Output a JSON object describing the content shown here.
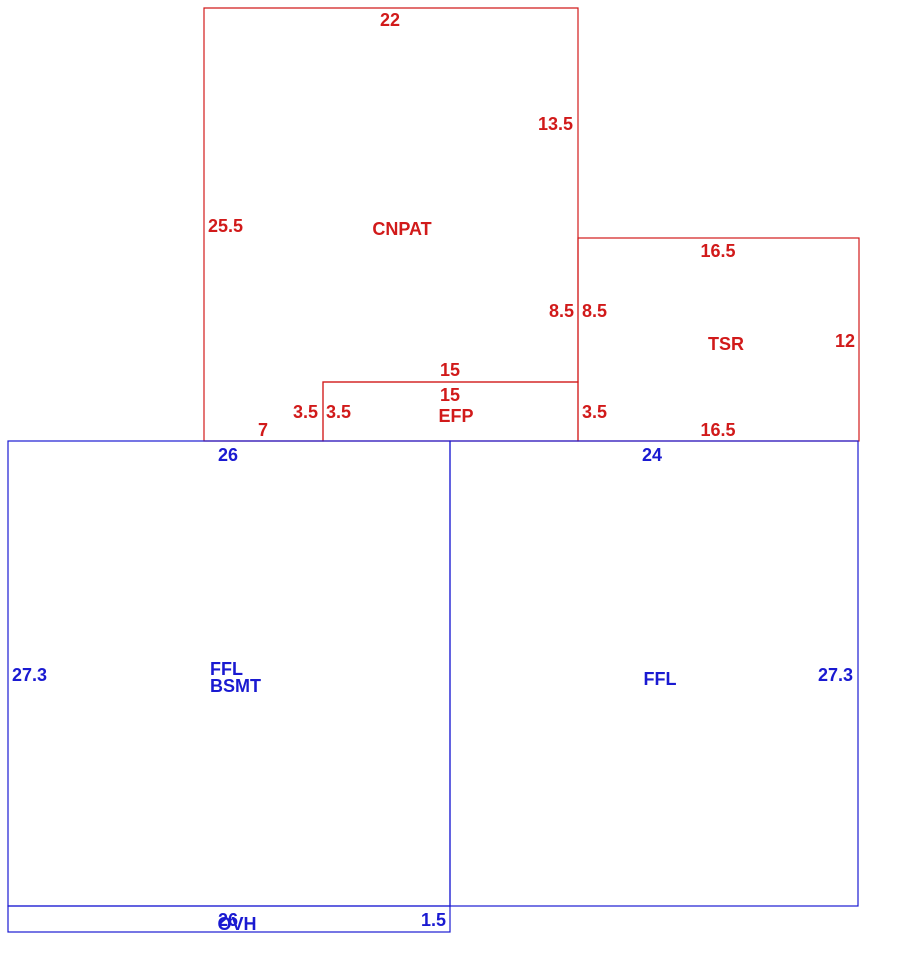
{
  "colors": {
    "upper_level": "#d11a1a",
    "lower_level": "#1a1ad1",
    "background": "#ffffff"
  },
  "areas": {
    "cnpat": {
      "name": "CNPAT",
      "dims": [
        "22",
        "13.5",
        "25.5",
        "8.5",
        "7",
        "3.5"
      ]
    },
    "tsr": {
      "name": "TSR",
      "dims": [
        "16.5",
        "8.5",
        "12",
        "3.5",
        "16.5"
      ]
    },
    "efp": {
      "name": "EFP",
      "dims": [
        "15",
        "15",
        "3.5"
      ]
    },
    "ffl_bsmt": {
      "name_line1": "FFL",
      "name_line2": "BSMT",
      "dims": [
        "26",
        "27.3"
      ]
    },
    "ffl": {
      "name": "FFL",
      "dims": [
        "24",
        "27.3"
      ]
    },
    "ovh": {
      "name": "OVH",
      "dims": [
        "26",
        "1.5"
      ]
    }
  }
}
